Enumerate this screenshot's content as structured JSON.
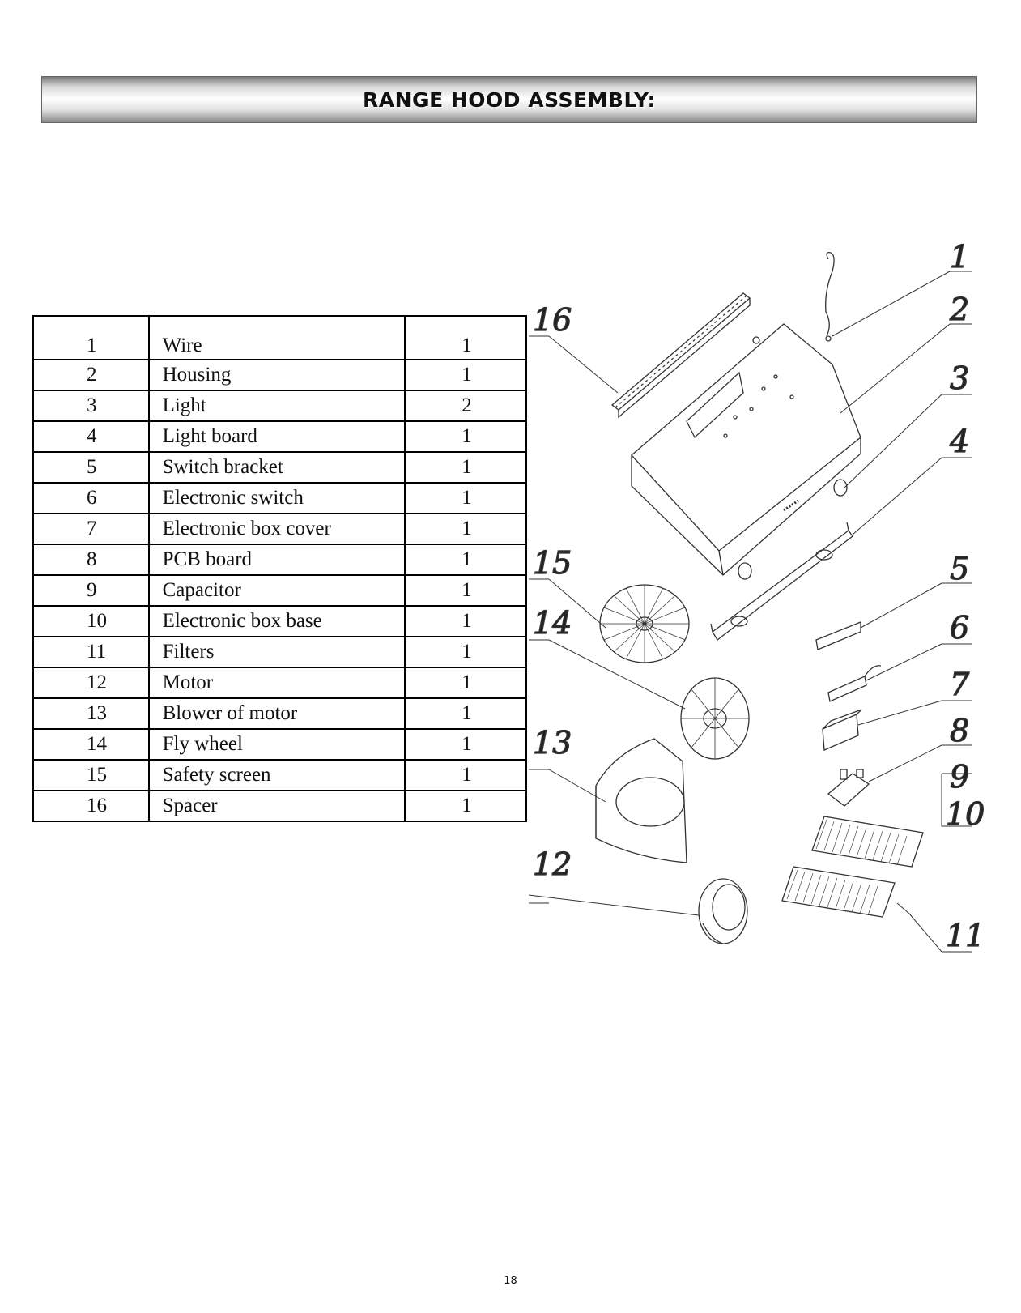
{
  "header": {
    "title": "RANGE HOOD ASSEMBLY:"
  },
  "parts_table": {
    "rows": [
      {
        "no": "1",
        "name": "Wire",
        "qty": "1"
      },
      {
        "no": "2",
        "name": "Housing",
        "qty": "1"
      },
      {
        "no": "3",
        "name": "Light",
        "qty": "2"
      },
      {
        "no": "4",
        "name": "Light board",
        "qty": "1"
      },
      {
        "no": "5",
        "name": "Switch bracket",
        "qty": "1"
      },
      {
        "no": "6",
        "name": "Electronic switch",
        "qty": "1"
      },
      {
        "no": "7",
        "name": "Electronic box cover",
        "qty": "1"
      },
      {
        "no": "8",
        "name": "PCB board",
        "qty": "1"
      },
      {
        "no": "9",
        "name": "Capacitor",
        "qty": "1"
      },
      {
        "no": "10",
        "name": "Electronic box base",
        "qty": "1"
      },
      {
        "no": "11",
        "name": "Filters",
        "qty": "1"
      },
      {
        "no": "12",
        "name": "Motor",
        "qty": "1"
      },
      {
        "no": "13",
        "name": "Blower of motor",
        "qty": "1"
      },
      {
        "no": "14",
        "name": "Fly wheel",
        "qty": "1"
      },
      {
        "no": "15",
        "name": "Safety screen",
        "qty": "1"
      },
      {
        "no": "16",
        "name": "Spacer",
        "qty": "1"
      }
    ]
  },
  "diagram": {
    "callouts": [
      "1",
      "2",
      "3",
      "4",
      "5",
      "6",
      "7",
      "8",
      "9",
      "10",
      "11",
      "12",
      "13",
      "14",
      "15",
      "16"
    ]
  },
  "footer": {
    "page_number": "18"
  }
}
